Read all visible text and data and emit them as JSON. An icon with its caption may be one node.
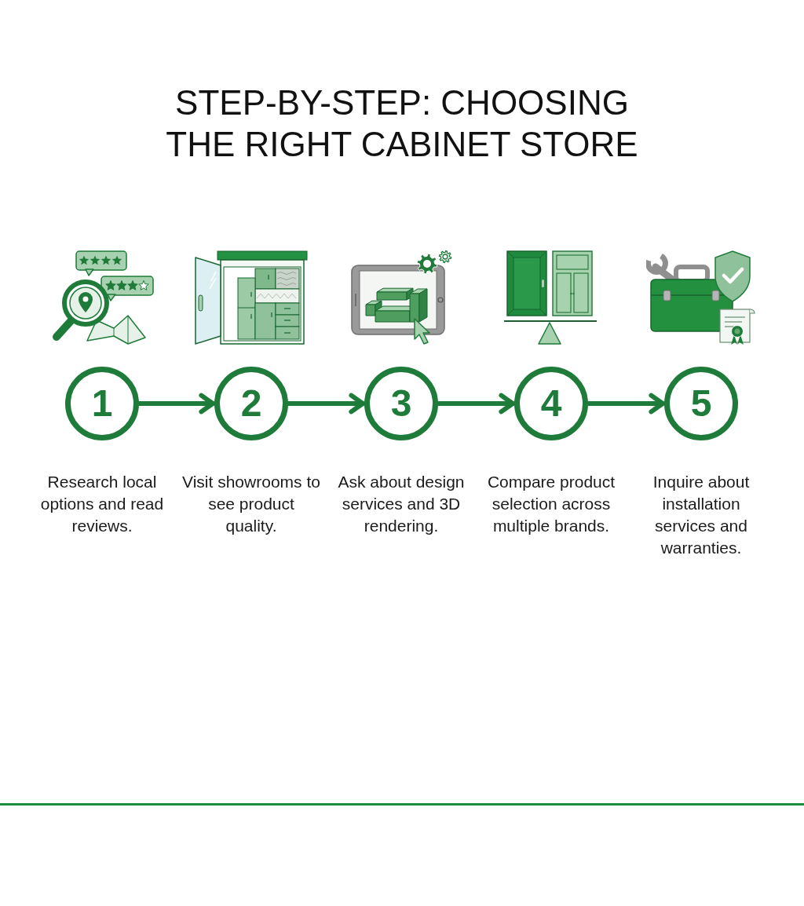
{
  "diagram": {
    "title": "STEP-BY-STEP: CHOOSING THE RIGHT CABINET STORE",
    "nodes": [
      {
        "text": [
          "1"
        ],
        "beside": [
          "Research local options and read reviews."
        ]
      },
      {
        "text": [
          "2"
        ],
        "beside": [
          "Visit showrooms to see product quality."
        ]
      },
      {
        "text": [
          "3"
        ],
        "beside": [
          "Ask about design services and 3D rendering."
        ]
      },
      {
        "text": [
          "4"
        ],
        "beside": [
          "Compare product selection across multiple brands."
        ]
      },
      {
        "text": [
          "5"
        ],
        "beside": [
          "Inquire about installation services and warranties."
        ]
      }
    ],
    "edges": [
      {
        "from": 0,
        "to": 1,
        "arrow": "to"
      },
      {
        "from": 1,
        "to": 2,
        "arrow": "to"
      },
      {
        "from": 2,
        "to": 3,
        "arrow": "to"
      },
      {
        "from": 3,
        "to": 4,
        "arrow": "to"
      }
    ]
  }
}
